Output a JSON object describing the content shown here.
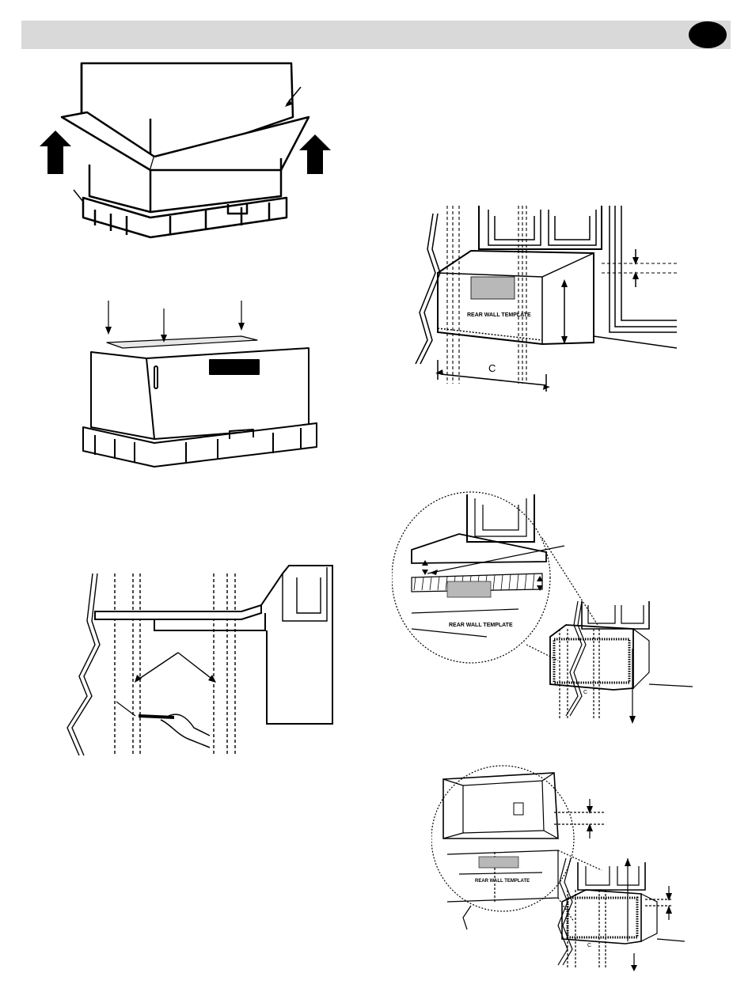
{
  "figures": {
    "template_front": {
      "dimension_label": "C",
      "template_text": "REAR WALL TEMPLATE"
    },
    "template_detail": {
      "dimension_label": "C",
      "template_text": "REAR WALL TEMPLATE"
    },
    "template_cabinet": {
      "dimension_label": "C",
      "template_text": "REAR WALL TEMPLATE"
    }
  },
  "icons": {
    "lift_arrow": "up-arrow",
    "screw": "screw",
    "pencil": "pencil"
  },
  "colors": {
    "header_bar": "#d9d9d9",
    "badge": "#000000",
    "template_shading": "#b8b8b8"
  }
}
